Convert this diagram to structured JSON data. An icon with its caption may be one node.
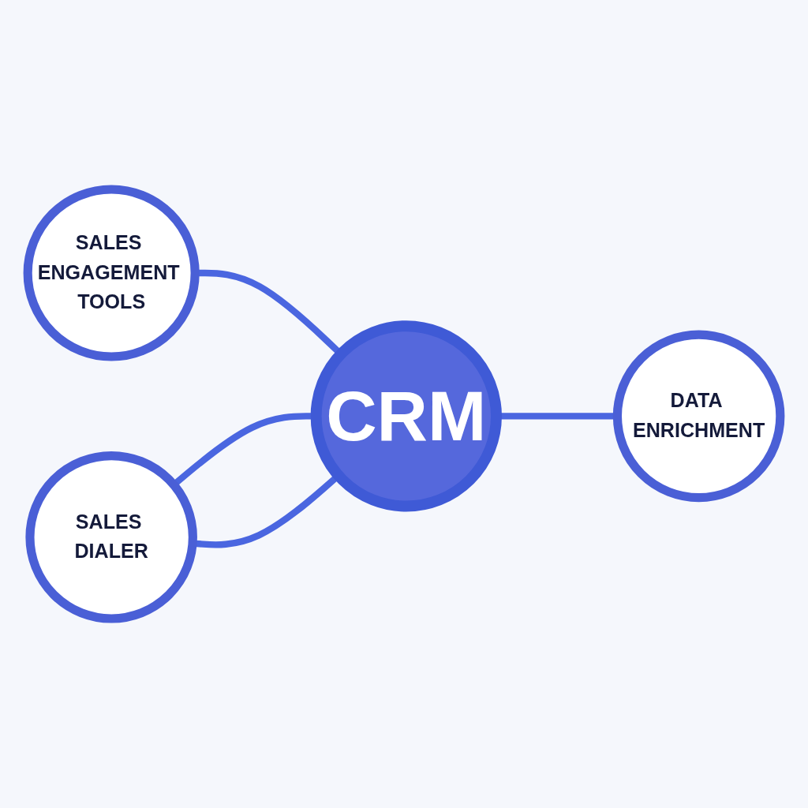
{
  "diagram": {
    "nodes": [
      {
        "text": [
          "SALES ENGAGEMENT TOOLS"
        ]
      },
      {
        "text": [
          "CRM"
        ]
      },
      {
        "text": [
          "DATA ENRICHMENT"
        ]
      },
      {
        "text": [
          "SALES DIALER"
        ]
      }
    ],
    "edges": [
      {
        "from": 0,
        "to": 1,
        "arrow": "none"
      },
      {
        "from": 1,
        "to": 2,
        "arrow": "none"
      },
      {
        "from": 3,
        "to": 1,
        "arrow": "none"
      },
      {
        "from": 3,
        "to": 1,
        "arrow": "none"
      }
    ]
  }
}
